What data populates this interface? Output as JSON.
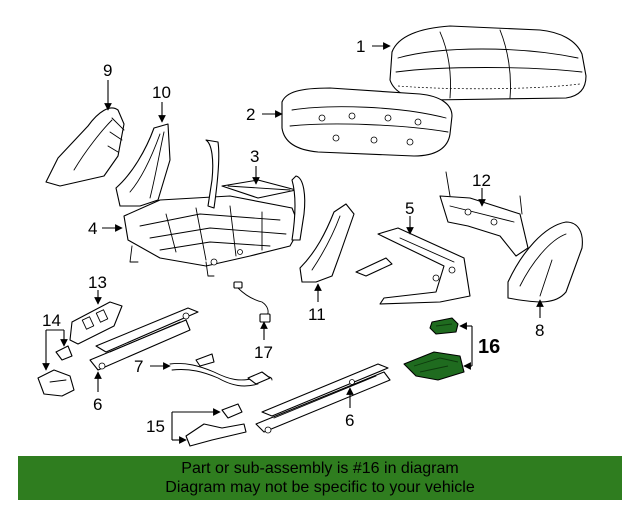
{
  "callouts": {
    "c1": "1",
    "c2": "2",
    "c3": "3",
    "c4": "4",
    "c5": "5",
    "c6a": "6",
    "c6b": "6",
    "c7": "7",
    "c8": "8",
    "c9": "9",
    "c10": "10",
    "c11": "11",
    "c12": "12",
    "c13": "13",
    "c14": "14",
    "c15": "15",
    "c16": "16",
    "c17": "17"
  },
  "highlight_color": "#1f6b1f",
  "banner": {
    "color": "#2f7d1f",
    "line1": "Part or sub-assembly is #16 in diagram",
    "line2": "Diagram may not be specific to your vehicle"
  }
}
